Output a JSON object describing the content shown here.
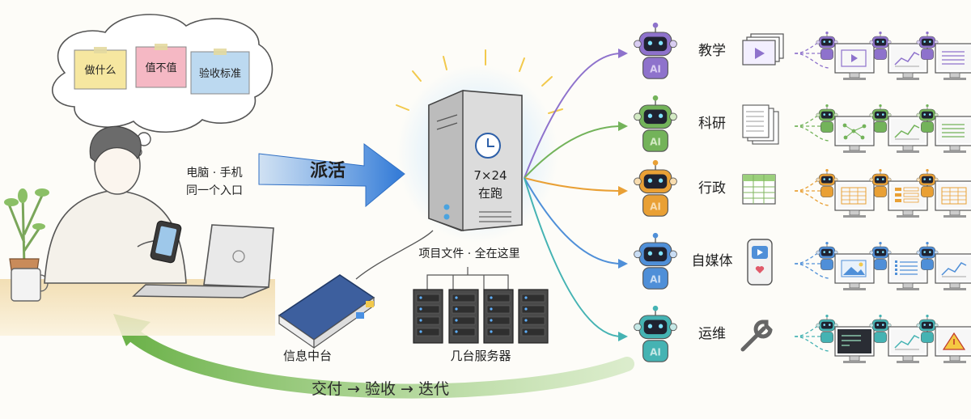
{
  "thought": {
    "notes": [
      {
        "label": "做什么",
        "color": "#f6e7a0"
      },
      {
        "label": "值不值",
        "color": "#f5b8c4"
      },
      {
        "label": "验收标准",
        "color": "#bcd9f0"
      }
    ]
  },
  "person": {
    "device_label_line1": "电脑 · 手机",
    "device_label_line2": "同一个入口"
  },
  "dispatch_label": "派活",
  "server": {
    "uptime_line1": "7×24",
    "uptime_line2": "在跑",
    "files_caption": "项目文件 · 全在这里"
  },
  "info_hub_label": "信息中台",
  "servers_label": "几台服务器",
  "feedback_label": "交付 → 验收 → 迭代",
  "ai_badge": "AI",
  "departments": [
    {
      "key": "teaching",
      "label": "教学",
      "color": "#8e72cc",
      "light": "#d9cdf2",
      "icon": "video-slides-icon",
      "screens": [
        "video-screen",
        "chart-screen",
        "doc-screen"
      ]
    },
    {
      "key": "research",
      "label": "科研",
      "color": "#73b35a",
      "light": "#d3eac4",
      "icon": "papers-icon",
      "screens": [
        "network-screen",
        "chart-screen",
        "doc-screen"
      ]
    },
    {
      "key": "admin",
      "label": "行政",
      "color": "#e9a035",
      "light": "#f8ddb0",
      "icon": "spreadsheet-icon",
      "screens": [
        "table-screen",
        "form-screen",
        "table-screen"
      ]
    },
    {
      "key": "media",
      "label": "自媒体",
      "color": "#4f8fd8",
      "light": "#c9ddf4",
      "icon": "phone-icon",
      "screens": [
        "image-screen",
        "list-screen",
        "chart-screen"
      ]
    },
    {
      "key": "ops",
      "label": "运维",
      "color": "#45b3b3",
      "light": "#c5e8e6",
      "icon": "wrench-icon",
      "screens": [
        "terminal-screen",
        "chart-screen",
        "warning-screen"
      ]
    }
  ]
}
